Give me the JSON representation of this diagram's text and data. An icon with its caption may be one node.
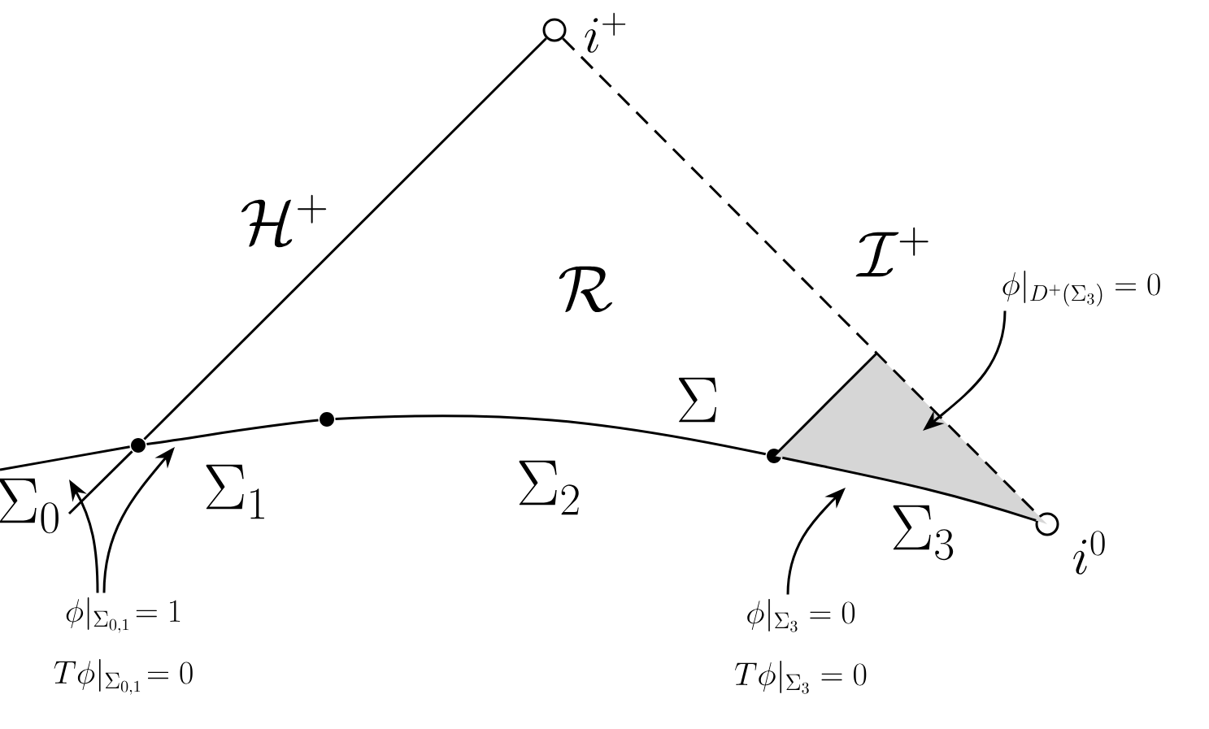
{
  "diagram": {
    "nodes": [
      {
        "text": [],
        "shape": "circle",
        "beside": [
          "i^+"
        ]
      },
      {
        "text": [],
        "shape": "circle",
        "beside": [
          "i^0"
        ]
      },
      {
        "text": [],
        "shape": "dot"
      },
      {
        "text": [],
        "shape": "dot"
      },
      {
        "text": [],
        "shape": "dot"
      },
      {
        "text": [
          "\\phi|_{\\Sigma_{0,1}}\\!= 1",
          "T\\phi|_{\\Sigma_{0,1}}\\!= 0"
        ]
      },
      {
        "text": [
          "\\phi|_{\\Sigma_3} = 0",
          "T\\phi|_{\\Sigma_3} = 0"
        ]
      },
      {
        "text": [
          "\\phi|_{D^+(\\Sigma_3)} = 0"
        ]
      },
      {
        "text": [],
        "shape": "triangle"
      }
    ],
    "edges": [
      {
        "from": null,
        "to": 2,
        "arrow": "none",
        "label": "\\Sigma_0"
      },
      {
        "from": 2,
        "to": 3,
        "arrow": "none",
        "label": "\\Sigma_1"
      },
      {
        "from": 3,
        "to": 4,
        "arrow": "none",
        "label": "\\Sigma_2"
      },
      {
        "from": 4,
        "to": 1,
        "arrow": "none",
        "label": "\\Sigma_3"
      },
      {
        "from": null,
        "to": 2,
        "arrow": "none"
      },
      {
        "from": 2,
        "to": 0,
        "arrow": "none",
        "label": "\\mathcal{H}^+"
      },
      {
        "from": 0,
        "to": 1,
        "arrow": "none",
        "style": "dashed",
        "label": "\\mathcal{I}^+"
      },
      {
        "from": 5,
        "to": null,
        "arrow": "to"
      },
      {
        "from": 5,
        "to": null,
        "arrow": "to"
      },
      {
        "from": 6,
        "to": null,
        "arrow": "to"
      },
      {
        "from": 7,
        "to": 8,
        "arrow": "to"
      }
    ],
    "labels": [
      "\\mathcal{R}",
      "\\Sigma"
    ]
  }
}
